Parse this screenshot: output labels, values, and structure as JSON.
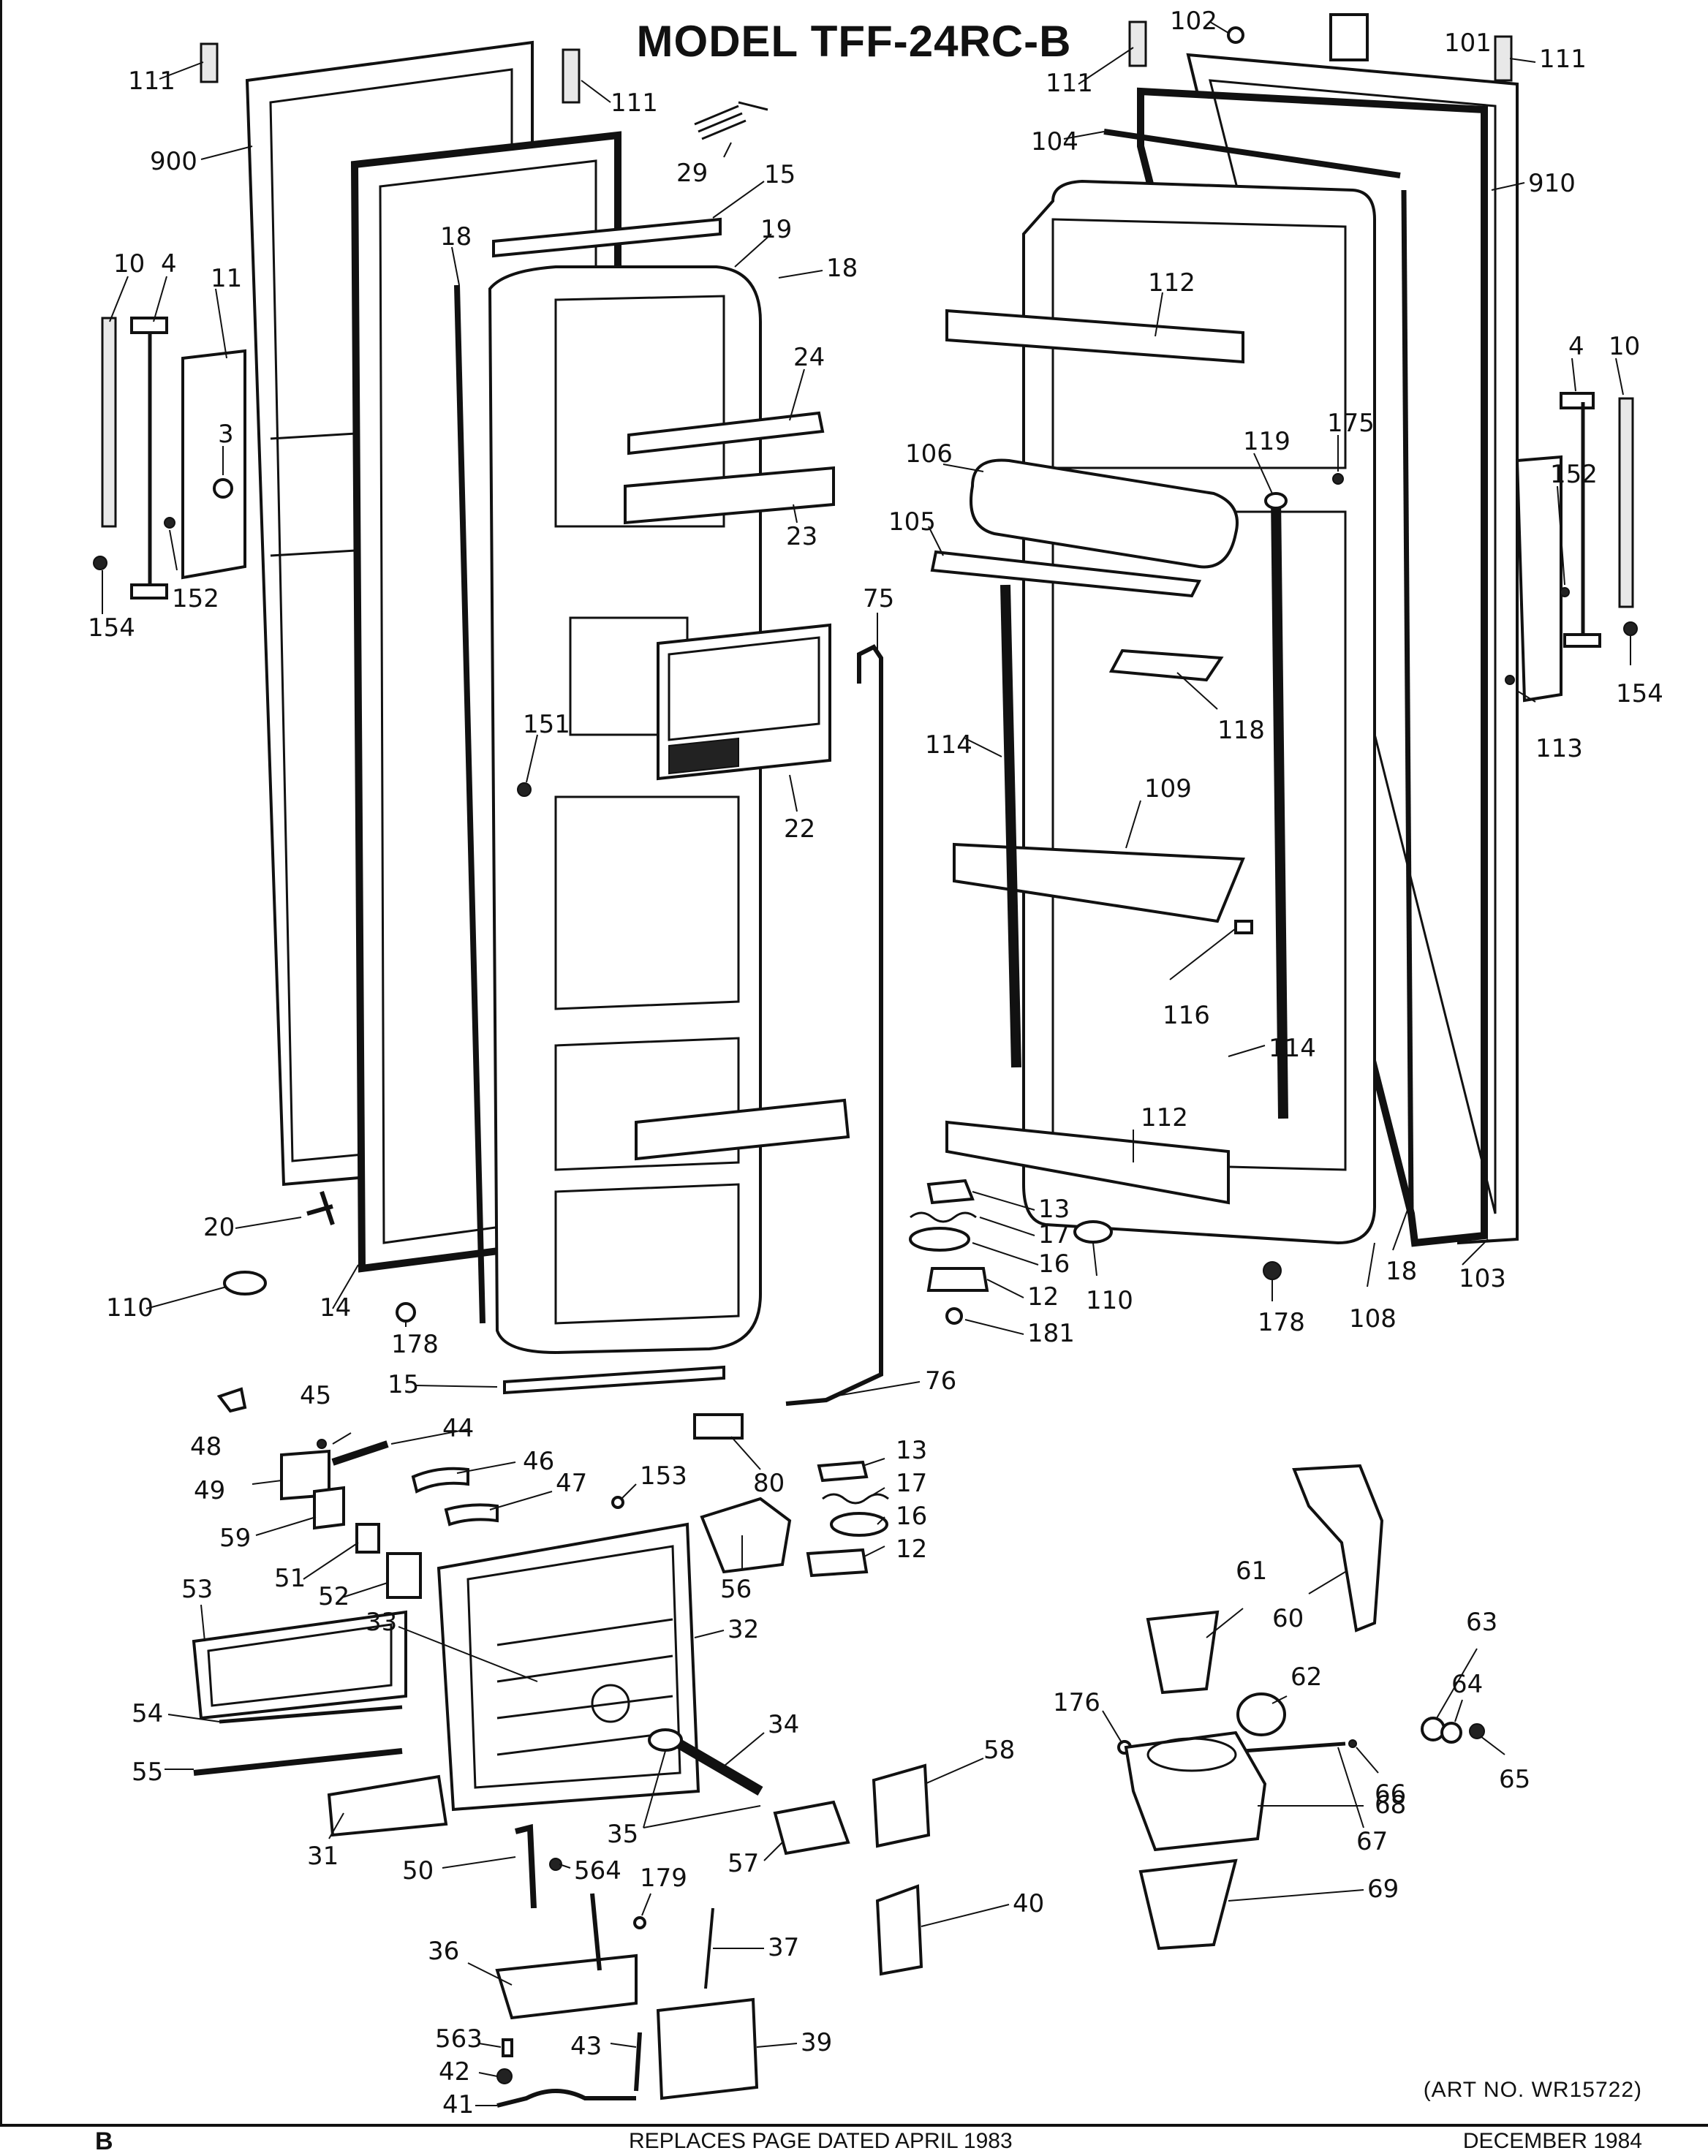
{
  "title": "MODEL TFF-24RC-B",
  "art_number": "(ART NO. WR15722)",
  "footer": {
    "page_letter": "B",
    "replaces": "REPLACES PAGE DATED APRIL 1983",
    "date": "DECEMBER 1984"
  },
  "callouts": [
    "111",
    "111",
    "900",
    "10",
    "4",
    "11",
    "3",
    "152",
    "154",
    "29",
    "15",
    "19",
    "18",
    "18",
    "24",
    "23",
    "151",
    "22",
    "75",
    "20",
    "110",
    "14",
    "178",
    "15",
    "76",
    "102",
    "101",
    "111",
    "111",
    "104",
    "910",
    "112",
    "106",
    "105",
    "119",
    "175",
    "4",
    "10",
    "152",
    "154",
    "113",
    "118",
    "114",
    "109",
    "116",
    "114",
    "112",
    "13",
    "17",
    "16",
    "12",
    "181",
    "110",
    "178",
    "108",
    "18",
    "103",
    "48",
    "45",
    "44",
    "49",
    "46",
    "47",
    "153",
    "80",
    "13",
    "17",
    "16",
    "12",
    "59",
    "51",
    "52",
    "53",
    "33",
    "32",
    "56",
    "54",
    "55",
    "31",
    "34",
    "35",
    "57",
    "58",
    "50",
    "564",
    "179",
    "36",
    "37",
    "563",
    "39",
    "42",
    "43",
    "41",
    "40",
    "61",
    "60",
    "63",
    "62",
    "64",
    "176",
    "65",
    "66",
    "68",
    "67",
    "69"
  ]
}
